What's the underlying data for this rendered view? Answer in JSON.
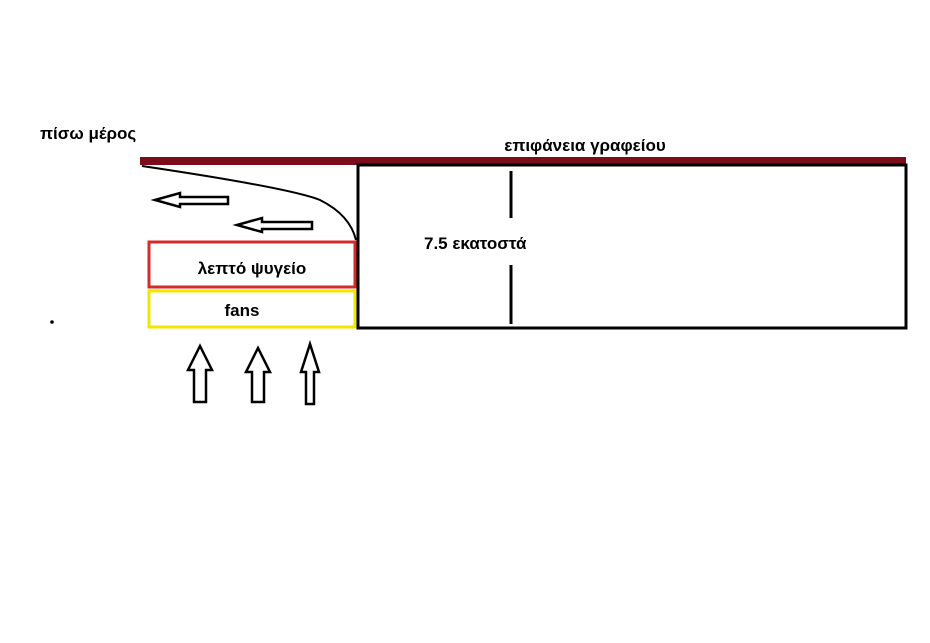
{
  "labels": {
    "back": "πίσω μέρος",
    "desk_surface": "επιφάνεια γραφείου",
    "height": "7.5 εκατοστά",
    "radiator": "λεπτό ψυγείο",
    "fans": "fans"
  },
  "colors": {
    "desk": "#7b0c1c",
    "radiator_border": "#d42a2a",
    "fans_border": "#f2e600",
    "line": "#000000"
  }
}
